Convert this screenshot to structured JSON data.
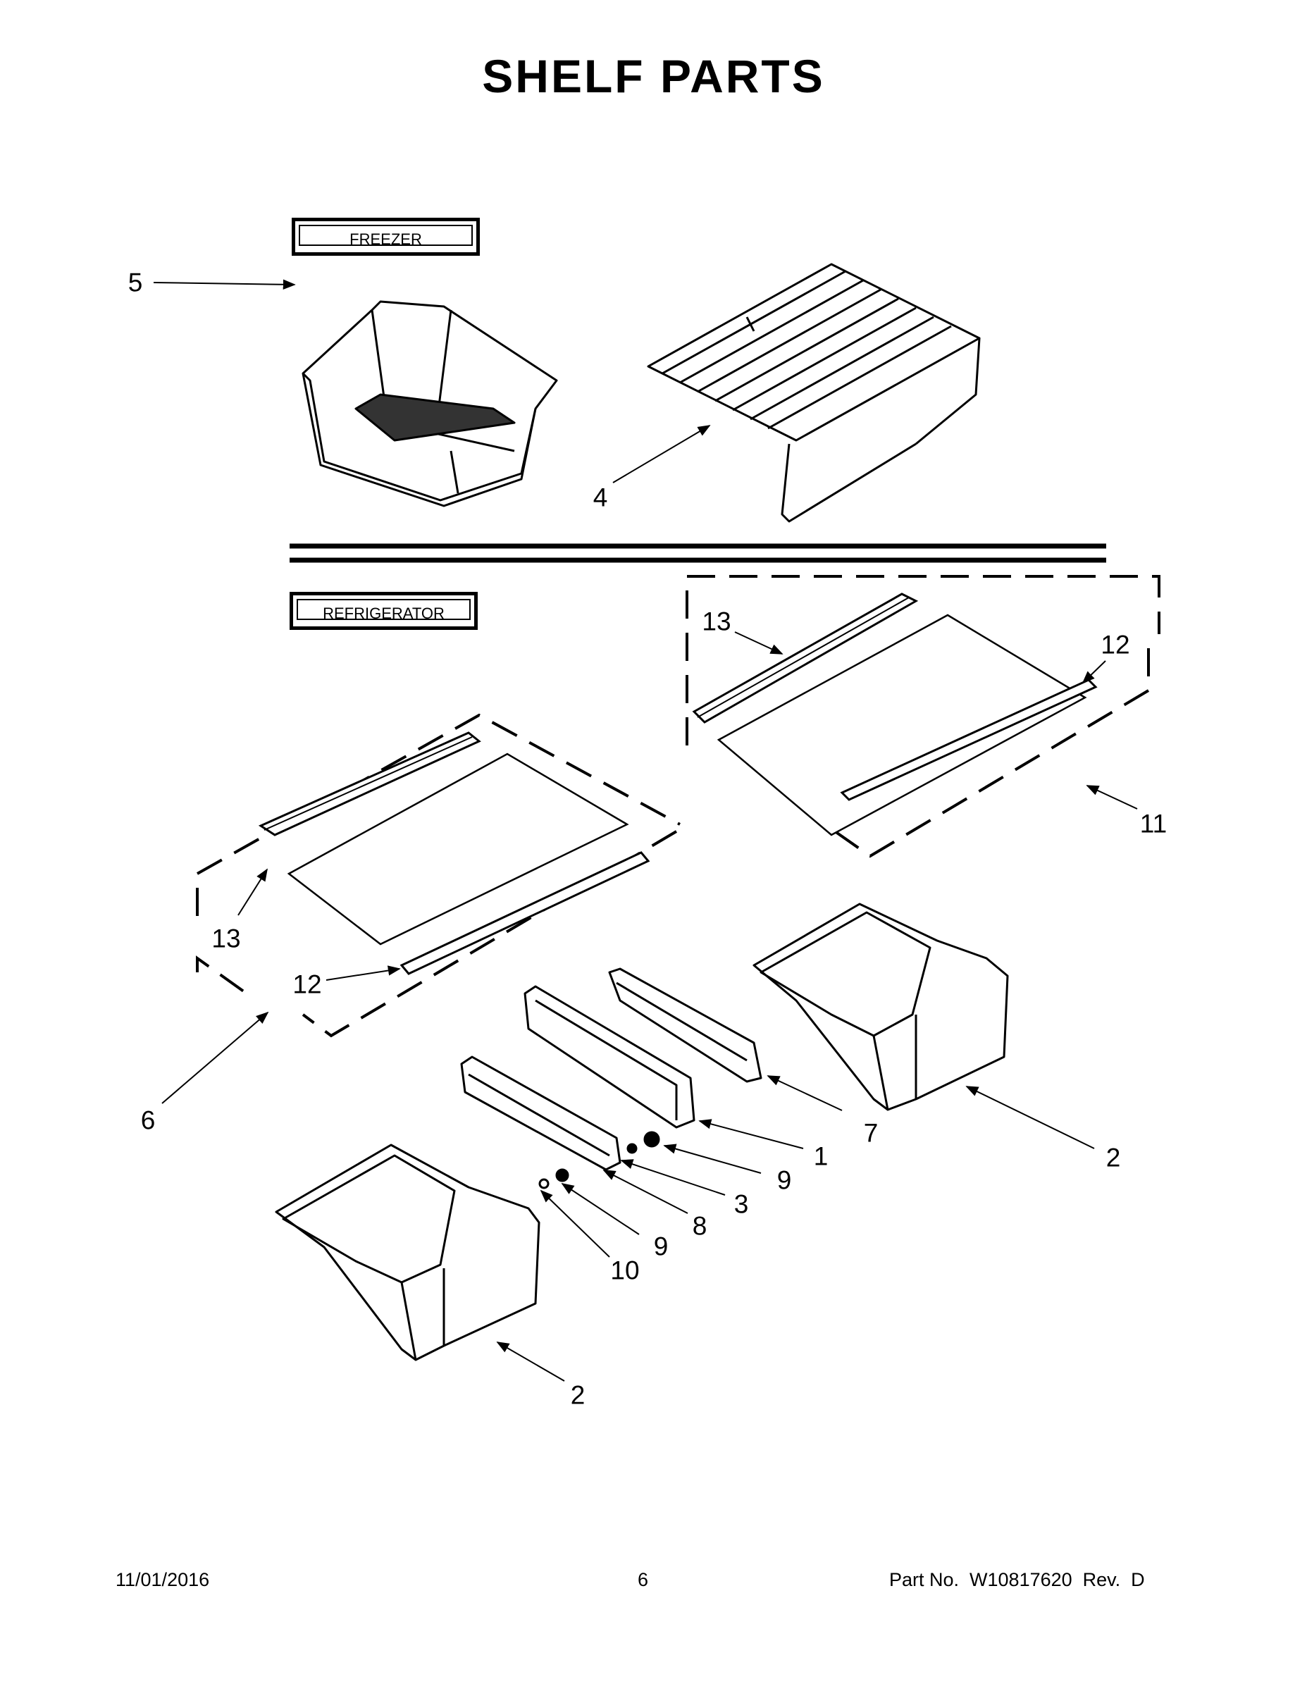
{
  "title": "SHELF PARTS",
  "sections": {
    "freezer": "FREEZER",
    "refrigerator": "REFRIGERATOR"
  },
  "callouts": [
    "5",
    "4",
    "13",
    "12",
    "11",
    "13",
    "12",
    "6",
    "7",
    "1",
    "2",
    "9",
    "3",
    "8",
    "9",
    "10",
    "2"
  ],
  "footer": {
    "date": "11/01/2016",
    "page": "6",
    "part_no": "Part No.  W10817620  Rev.  D"
  }
}
